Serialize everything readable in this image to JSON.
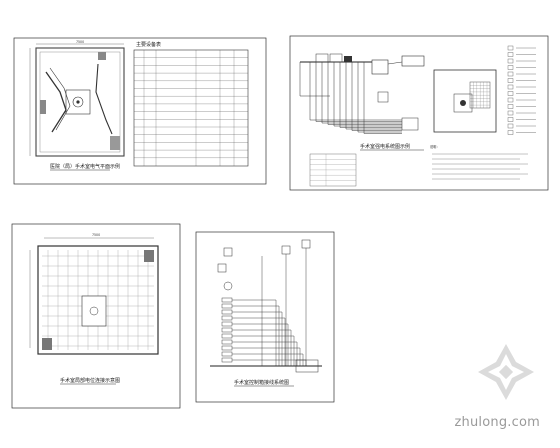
{
  "sheets": {
    "s1": {
      "caption": "医院（局）手术室电气平面示例",
      "table_title": "主要设备表",
      "dim": "7500"
    },
    "s2": {
      "caption": "手术室强电系统图示例",
      "note_title": "说明："
    },
    "s3": {
      "caption": "手术室局部电位连接示意图",
      "dim": "7500"
    },
    "s4": {
      "caption": "手术室控制箱接线系统图"
    }
  },
  "watermark": {
    "text": "zhulong.com"
  }
}
